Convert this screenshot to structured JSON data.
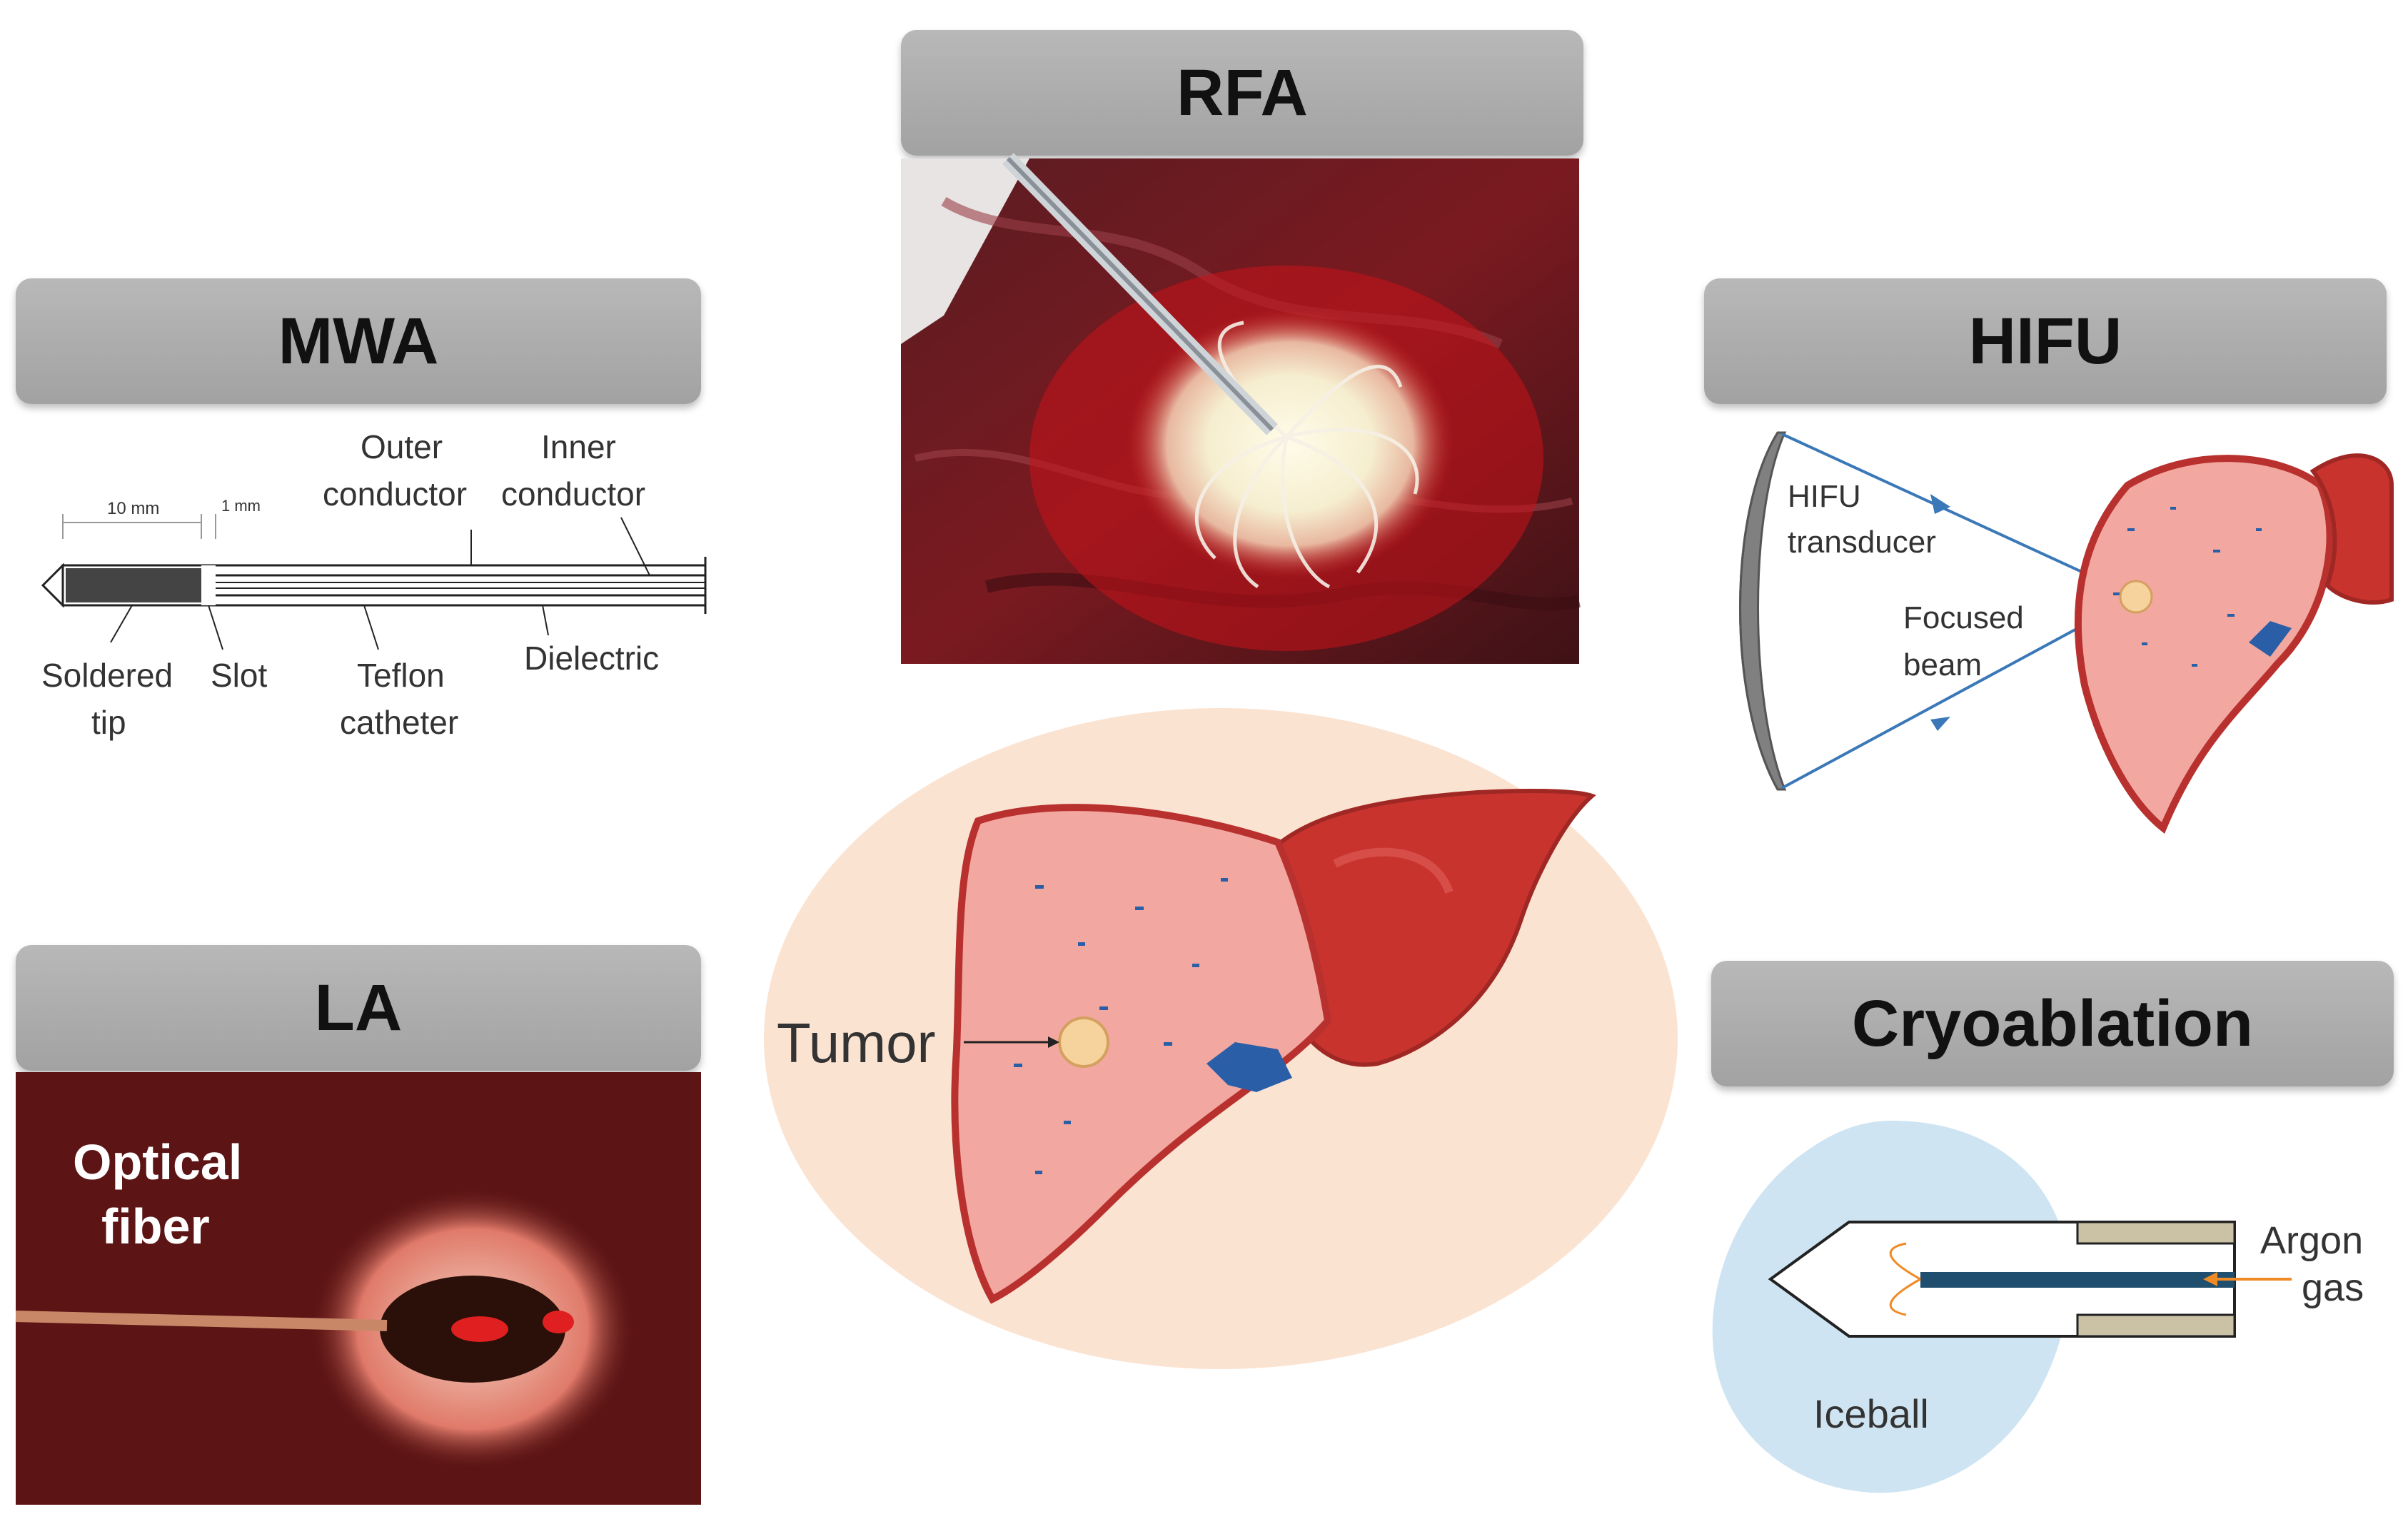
{
  "titles": {
    "rfa": "RFA",
    "mwa": "MWA",
    "hifu": "HIFU",
    "la": "LA",
    "cryo": "Cryoablation"
  },
  "mwa": {
    "dim_10": "10 mm",
    "dim_1": "1 mm",
    "outer_1": "Outer",
    "outer_2": "conductor",
    "inner_1": "Inner",
    "inner_2": "conductor",
    "soldered_1": "Soldered",
    "soldered_2": "tip",
    "slot": "Slot",
    "teflon_1": "Teflon",
    "teflon_2": "catheter",
    "dielectric": "Dielectric"
  },
  "hifu": {
    "transducer_1": "HIFU",
    "transducer_2": "transducer",
    "beam_1": "Focused",
    "beam_2": "beam"
  },
  "center": {
    "tumor": "Tumor"
  },
  "la": {
    "fiber_1": "Optical",
    "fiber_2": "fiber"
  },
  "cryo": {
    "argon_1": "Argon",
    "argon_2": "gas",
    "iceball": "Iceball"
  },
  "colors": {
    "title_bg": "#a8a8a8",
    "liver_dark": "#b8312e",
    "liver_light": "#f2a8a0",
    "vessel": "#2a5fa8",
    "beam": "#3a78b8",
    "argon_arrow": "#f08a24",
    "ellipse_bg": "#fbe3d2"
  }
}
